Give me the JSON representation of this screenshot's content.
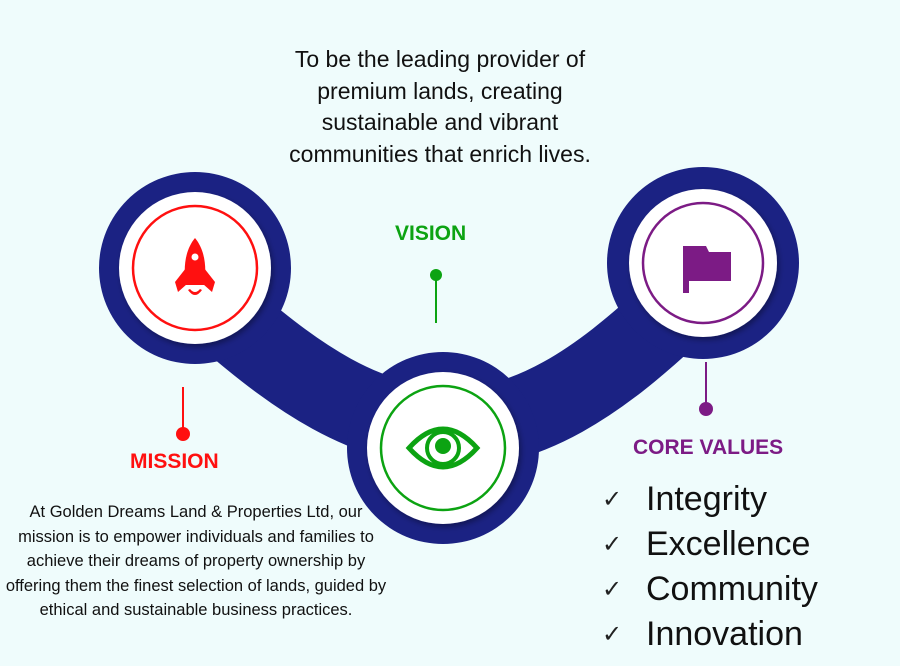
{
  "vision": {
    "heading": "VISION",
    "text": "To be the leading provider of premium lands, creating sustainable and vibrant communities that enrich lives.",
    "color": "#0ca312",
    "icon": "eye-icon"
  },
  "mission": {
    "heading": "MISSION",
    "text": "At Golden Dreams Land & Properties Ltd, our mission is to empower individuals and families to achieve their dreams of property ownership by offering them the finest selection of lands, guided by ethical and sustainable business practices.",
    "color": "#ff1010",
    "icon": "rocket-icon"
  },
  "core_values": {
    "heading": "CORE VALUES",
    "color": "#7c1b85",
    "icon": "flag-icon",
    "items": [
      {
        "label": "Integrity"
      },
      {
        "label": "Excellence"
      },
      {
        "label": "Community"
      },
      {
        "label": "Innovation"
      }
    ],
    "check": "✓"
  },
  "colors": {
    "navy": "#1b2283",
    "background": "#effcfc"
  }
}
